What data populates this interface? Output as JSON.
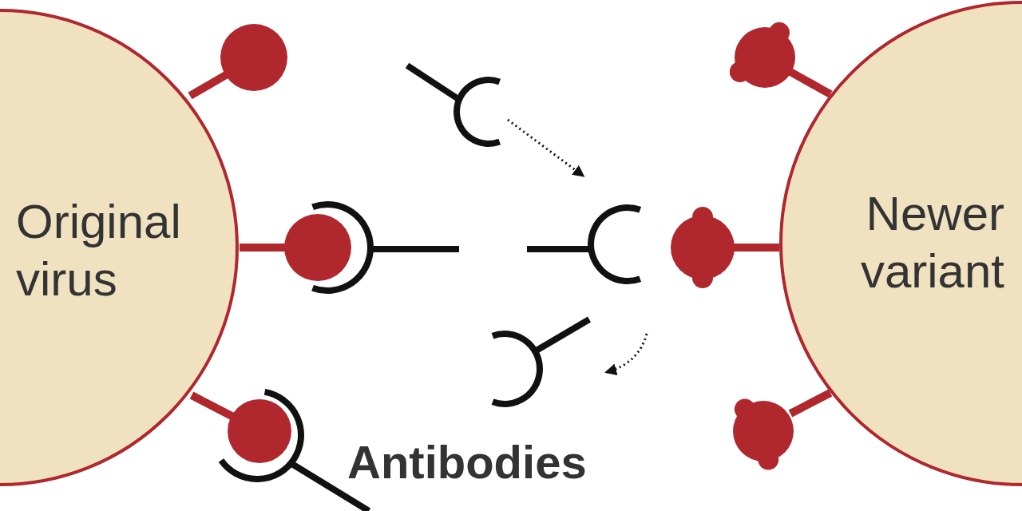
{
  "diagram": {
    "nodes": [
      {
        "text": [
          "Original virus"
        ]
      },
      {
        "text": [
          "Newer variant"
        ]
      }
    ],
    "labels": [
      "Antibodies"
    ]
  }
}
